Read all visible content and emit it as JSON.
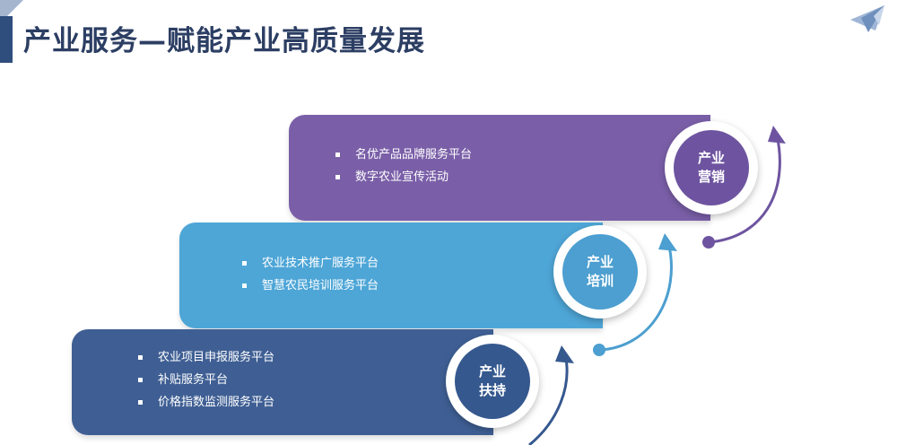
{
  "slide": {
    "title": "产业服务—赋能产业高质量发展"
  },
  "colors": {
    "title": "#2c3e63",
    "top_band": "#7a5fa8",
    "mid_band": "#4ea6d7",
    "bottom_band": "#3f5f94",
    "accent": "#2f4e7e"
  },
  "stages": [
    {
      "key": "marketing",
      "label_line1": "产业",
      "label_line2": "营销",
      "items": [
        "名优产品品牌服务平台",
        "数字农业宣传活动"
      ]
    },
    {
      "key": "training",
      "label_line1": "产业",
      "label_line2": "培训",
      "items": [
        "农业技术推广服务平台",
        "智慧农民培训服务平台"
      ]
    },
    {
      "key": "support",
      "label_line1": "产业",
      "label_line2": "扶持",
      "items": [
        "农业项目申报服务平台",
        "补贴服务平台",
        "价格指数监测服务平台"
      ]
    }
  ]
}
